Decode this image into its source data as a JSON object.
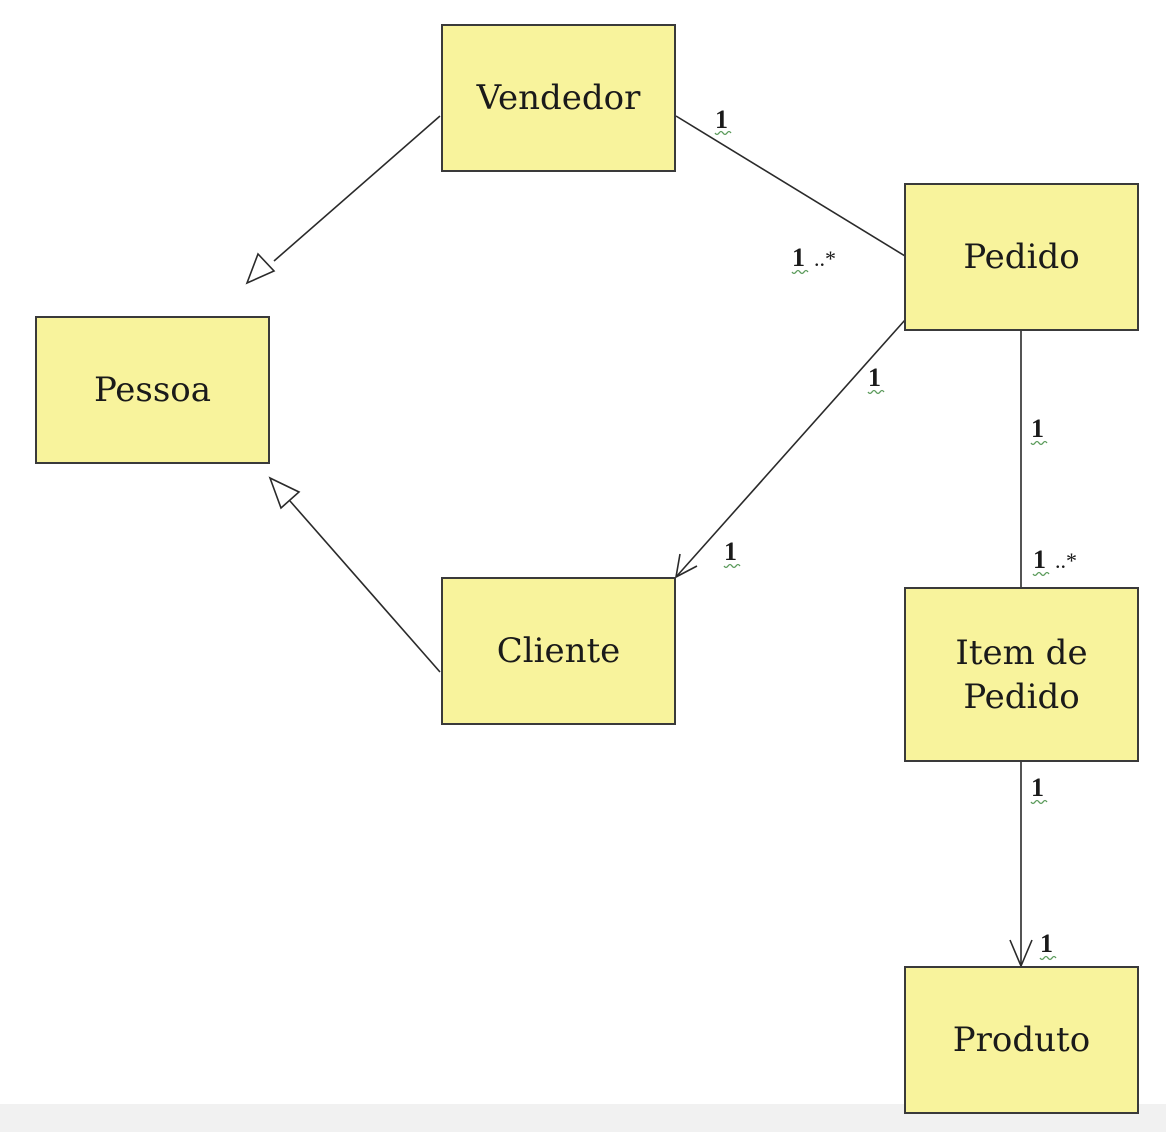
{
  "diagram": {
    "style": {
      "box_fill": "#f8f39c",
      "box_border": "#3a3a3a",
      "line_color": "#2a2a2a",
      "text_color": "#1a1a1a"
    },
    "classes": {
      "vendedor": {
        "label": "Vendedor"
      },
      "pessoa": {
        "label": "Pessoa"
      },
      "pedido": {
        "label": "Pedido"
      },
      "cliente": {
        "label": "Cliente"
      },
      "item_pedido": {
        "label_line1": "Item de",
        "label_line2": "Pedido"
      },
      "produto": {
        "label": "Produto"
      }
    },
    "relationships": [
      {
        "type": "generalization",
        "from": "Vendedor",
        "to": "Pessoa"
      },
      {
        "type": "generalization",
        "from": "Cliente",
        "to": "Pessoa"
      },
      {
        "type": "association",
        "from": "Vendedor",
        "to": "Pedido",
        "from_multiplicity": "1",
        "to_multiplicity": "1..*"
      },
      {
        "type": "directed-association",
        "from": "Pedido",
        "to": "Cliente",
        "from_multiplicity": "1",
        "to_multiplicity": "1"
      },
      {
        "type": "association",
        "from": "Pedido",
        "to": "Item de Pedido",
        "from_multiplicity": "1",
        "to_multiplicity": "1..*"
      },
      {
        "type": "directed-association",
        "from": "Item de Pedido",
        "to": "Produto",
        "from_multiplicity": "1",
        "to_multiplicity": "1"
      }
    ],
    "multiplicities": {
      "vendedor_end": "1",
      "pedido_from_vendedor_num": "1",
      "pedido_from_vendedor_rest": "..*",
      "pedido_to_cliente": "1",
      "cliente_end": "1",
      "pedido_to_item": "1",
      "item_from_pedido_num": "1",
      "item_from_pedido_rest": "..*",
      "item_to_produto": "1",
      "produto_end": "1"
    }
  }
}
